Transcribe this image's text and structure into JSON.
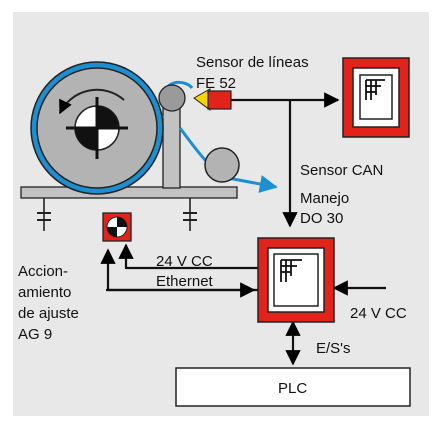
{
  "labels": {
    "line_sensor": "Sensor de líneas",
    "line_sensor_model": "FE 52",
    "can_sensor": "Sensor CAN",
    "control": "Manejo",
    "control_model": "DO 30",
    "supply_left": "24 V CC",
    "ethernet": "Ethernet",
    "drive_line1": "Accion-",
    "drive_line2": "amiento",
    "drive_line3": "de ajuste",
    "drive_model": "AG 9",
    "supply_right": "24 V CC",
    "io": "E/S's",
    "plc": "PLC"
  },
  "colors": {
    "background": "#e8e8e8",
    "red": "#e2231a",
    "blue": "#1b8fd1",
    "sensor_yellow": "#f5d600",
    "roll_gray": "#b3b3b3",
    "frame_gray": "#c2c2c2"
  }
}
